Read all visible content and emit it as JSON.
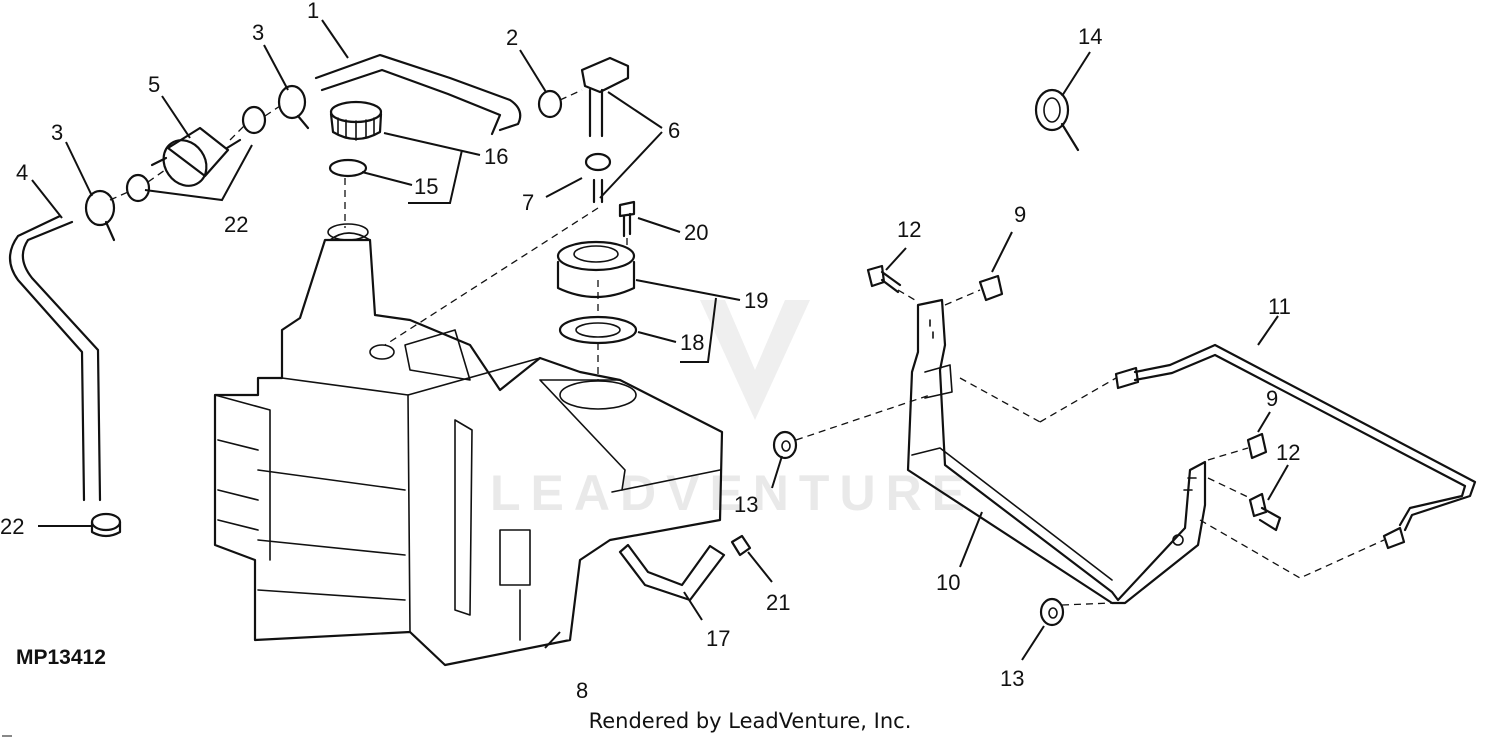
{
  "diagram": {
    "figure_id": "MP13412",
    "watermark": "LEADVENTURE",
    "footer": "Rendered by LeadVenture, Inc.",
    "callouts": {
      "c1": "1",
      "c2": "2",
      "c3a": "3",
      "c3b": "3",
      "c4": "4",
      "c5": "5",
      "c6": "6",
      "c7": "7",
      "c8": "8",
      "c9a": "9",
      "c9b": "9",
      "c10": "10",
      "c11": "11",
      "c12a": "12",
      "c12b": "12",
      "c13a": "13",
      "c13b": "13",
      "c14": "14",
      "c15": "15",
      "c16": "16",
      "c17": "17",
      "c18": "18",
      "c19": "19",
      "c20": "20",
      "c21": "21",
      "c22a": "22",
      "c22b": "22"
    }
  }
}
